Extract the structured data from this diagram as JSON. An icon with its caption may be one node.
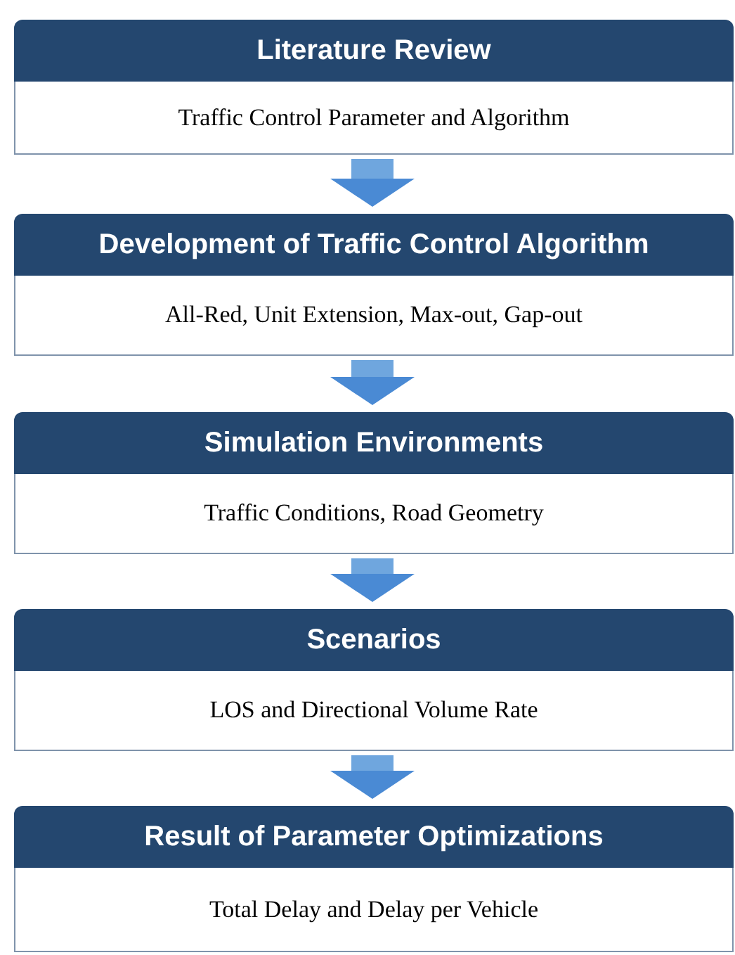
{
  "diagram": {
    "nodes": [
      {
        "text": [
          "Literature Review",
          "Traffic Control Parameter and Algorithm"
        ]
      },
      {
        "text": [
          "Development of Traffic Control Algorithm",
          "All-Red, Unit Extension, Max-out, Gap-out"
        ]
      },
      {
        "text": [
          "Simulation Environments",
          "Traffic Conditions, Road Geometry"
        ]
      },
      {
        "text": [
          "Scenarios",
          "LOS  and Directional Volume Rate"
        ]
      },
      {
        "text": [
          "Result of Parameter Optimizations",
          "Total Delay and Delay per Vehicle"
        ]
      }
    ],
    "edges": [
      {
        "from": 0,
        "to": 1,
        "arrow": "to"
      },
      {
        "from": 1,
        "to": 2,
        "arrow": "to"
      },
      {
        "from": 2,
        "to": 3,
        "arrow": "to"
      },
      {
        "from": 3,
        "to": 4,
        "arrow": "to"
      }
    ]
  }
}
